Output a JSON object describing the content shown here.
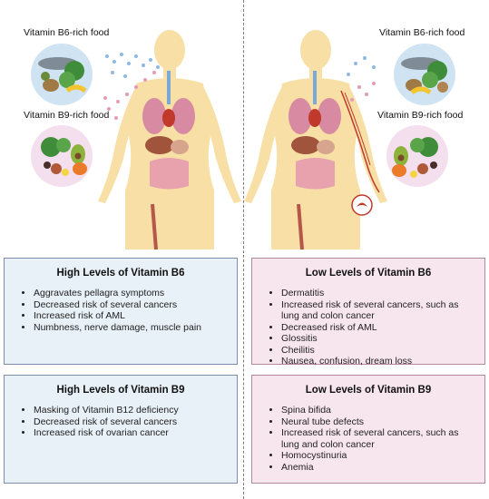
{
  "figure": {
    "left": {
      "b6_food_label": "Vitamin B6-rich food",
      "b9_food_label": "Vitamin B9-rich food"
    },
    "right": {
      "b6_food_label": "Vitamin B6-rich food",
      "b9_food_label": "Vitamin B9-rich food"
    }
  },
  "panels": {
    "high_b6": {
      "title": "High Levels of Vitamin B6",
      "items": [
        "Aggravates pellagra symptoms",
        "Decreased risk of several cancers",
        "Increased risk of AML",
        "Numbness, nerve damage, muscle pain"
      ]
    },
    "low_b6": {
      "title": "Low Levels of Vitamin B6",
      "items": [
        "Dermatitis",
        "Increased risk of several cancers, such as lung and colon cancer",
        "Decreased risk of AML",
        "Glossitis",
        "Cheilitis",
        "Nausea, confusion, dream loss"
      ]
    },
    "high_b9": {
      "title": "High Levels of Vitamin B9",
      "items": [
        "Masking of Vitamin B12 deficiency",
        "Decreased risk of several cancers",
        "Increased risk of ovarian cancer"
      ]
    },
    "low_b9": {
      "title": "Low Levels of Vitamin B9",
      "items": [
        "Spina bifida",
        "Neural tube defects",
        "Increased risk of several cancers, such as lung and colon cancer",
        "Homocystinuria",
        "Anemia"
      ]
    }
  },
  "colors": {
    "body": "#f7dfa5",
    "b6_circle": "#cfe3f3",
    "b9_circle": "#f3dfee",
    "dot_blue": "#8fb9e0",
    "dot_pink": "#e79ab5",
    "high_panel_bg": "#e8f0f8",
    "low_panel_bg": "#f8e6ee"
  }
}
